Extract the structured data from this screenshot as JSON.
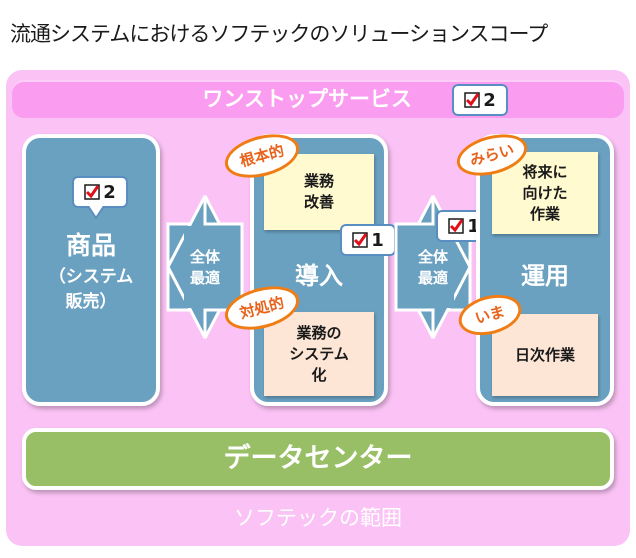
{
  "title": "流通システムにおけるソフテックのソリューションスコープ",
  "banner": {
    "label": "ワンストップサービス",
    "badge_count": "2"
  },
  "product": {
    "title": "商品",
    "subtitle_line1": "（システム",
    "subtitle_line2": "販売）",
    "badge_count": "2"
  },
  "arrows": [
    {
      "line1": "全体",
      "line2": "最適"
    },
    {
      "line1": "全体",
      "line2": "最適"
    }
  ],
  "introduction": {
    "title": "導入",
    "badge_count": "1",
    "tag_top": "根本的",
    "tag_bottom": "対処的",
    "note_top": {
      "line1": "業務",
      "line2": "改善"
    },
    "note_bottom": {
      "line1": "業務の",
      "line2": "システム",
      "line3": "化"
    }
  },
  "operation": {
    "title": "運用",
    "badge_count": "1",
    "tag_top": "みらい",
    "tag_bottom": "いま",
    "note_top": {
      "line1": "将来に",
      "line2": "向けた",
      "line3": "作業"
    },
    "note_bottom": {
      "line1": "日次作業"
    }
  },
  "datacenter": {
    "label": "データセンター"
  },
  "scope_label": "ソフテックの範囲",
  "colors": {
    "outer": "#fbc3f5",
    "banner": "#fa9cf0",
    "card": "#6aa0c0",
    "datacenter": "#98bf66",
    "tag_border": "#f07d14",
    "check": "#e0101a"
  }
}
